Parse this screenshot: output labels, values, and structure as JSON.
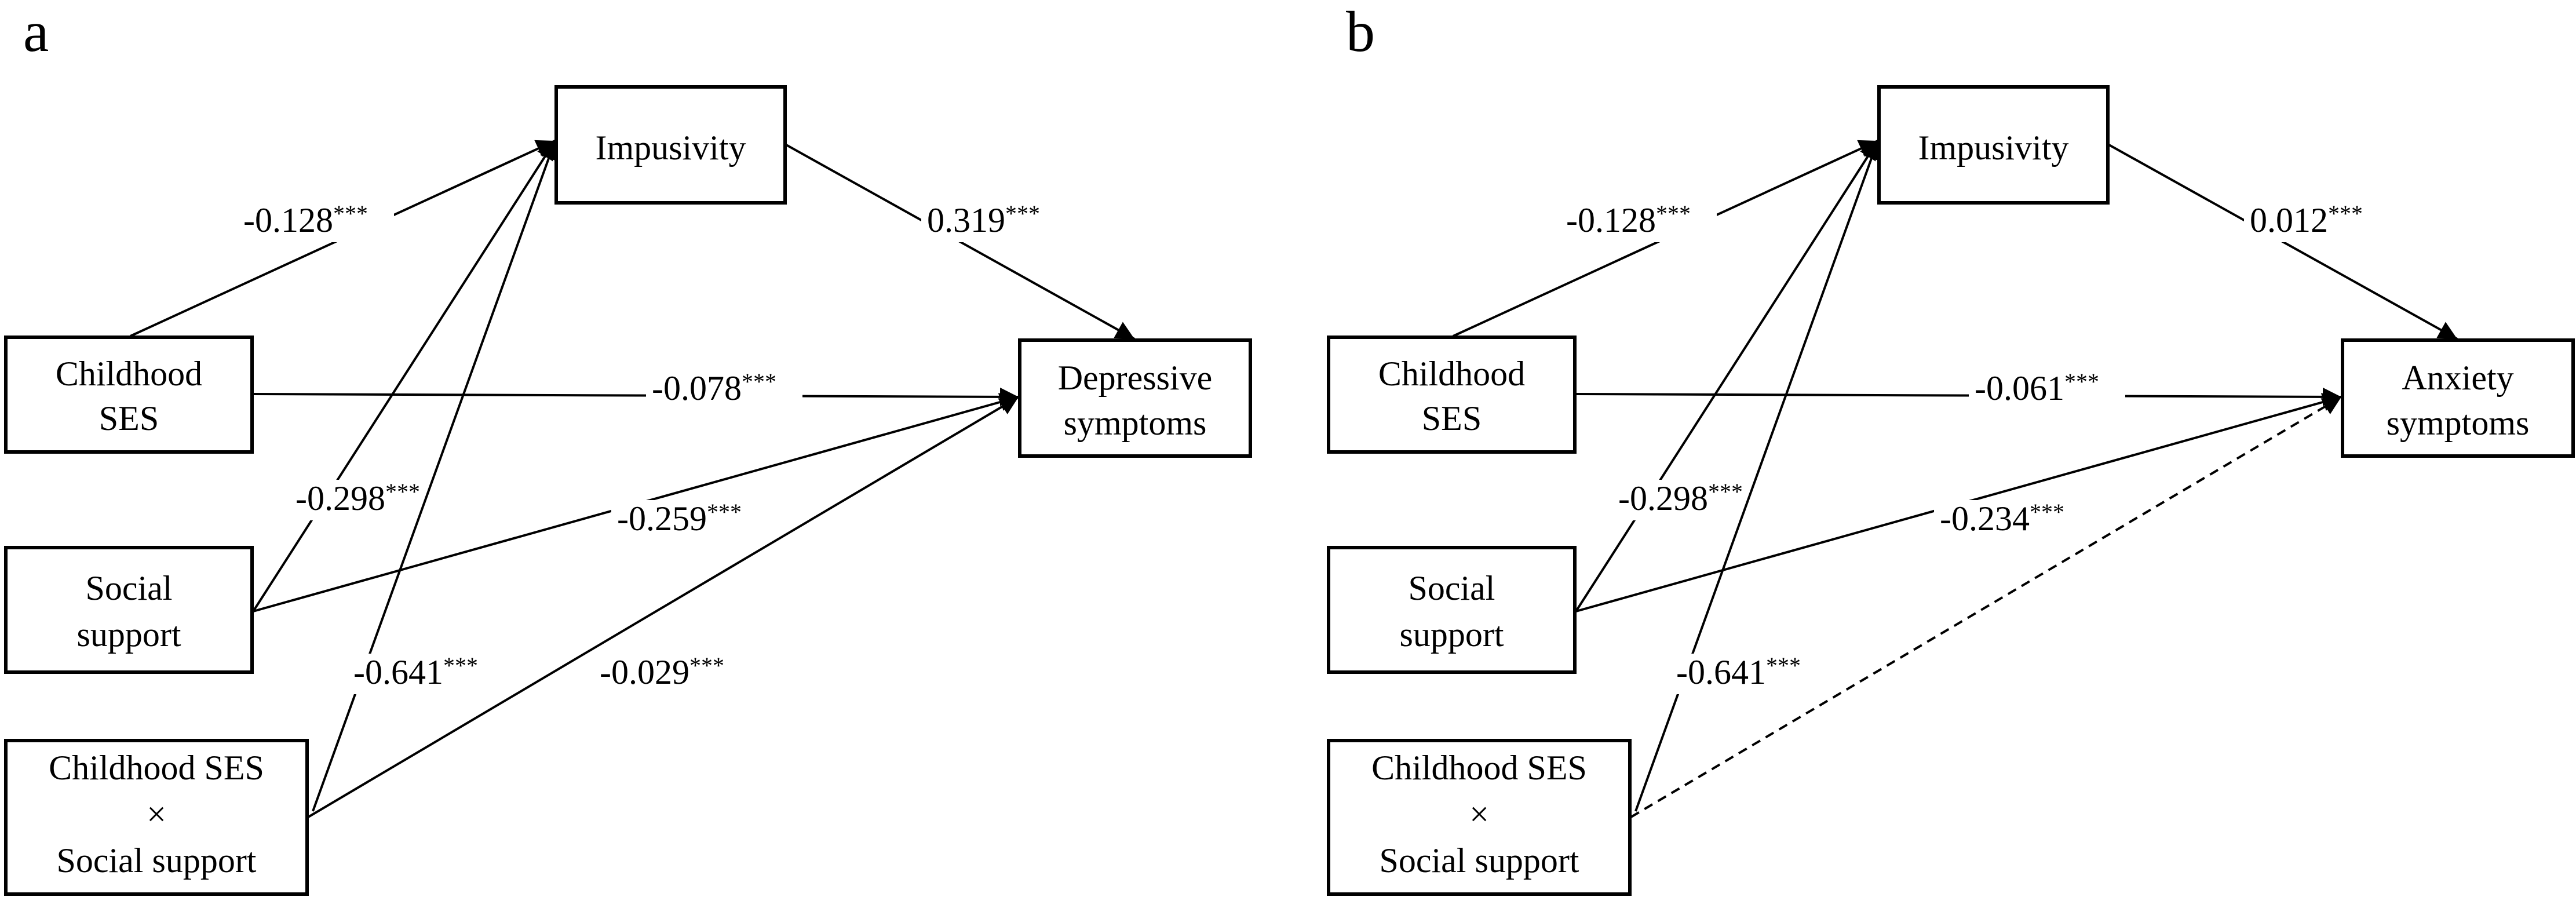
{
  "panels": [
    {
      "letter": "a",
      "nodes": {
        "impulsivity": [
          "Impusivity"
        ],
        "childhood_ses": [
          "Childhood",
          "SES"
        ],
        "social_support": [
          "Social",
          "support"
        ],
        "interaction": [
          "Childhood SES",
          "×",
          "Social support"
        ],
        "outcome": [
          "Depressive",
          "symptoms"
        ]
      },
      "edges": [
        {
          "id": "ses_to_impulsivity",
          "coef": "-0.128",
          "sig": "***",
          "style": "solid"
        },
        {
          "id": "impulsivity_to_outcome",
          "coef": "0.319",
          "sig": "***",
          "style": "solid"
        },
        {
          "id": "ses_to_outcome",
          "coef": "-0.078",
          "sig": "***",
          "style": "solid"
        },
        {
          "id": "support_to_impulsivity",
          "coef": "-0.298",
          "sig": "***",
          "style": "solid"
        },
        {
          "id": "support_to_outcome",
          "coef": "-0.259",
          "sig": "***",
          "style": "solid"
        },
        {
          "id": "interaction_to_impulsivity",
          "coef": "-0.641",
          "sig": "***",
          "style": "solid"
        },
        {
          "id": "interaction_to_outcome",
          "coef": "-0.029",
          "sig": "***",
          "style": "solid"
        }
      ]
    },
    {
      "letter": "b",
      "nodes": {
        "impulsivity": [
          "Impusivity"
        ],
        "childhood_ses": [
          "Childhood",
          "SES"
        ],
        "social_support": [
          "Social",
          "support"
        ],
        "interaction": [
          "Childhood SES",
          "×",
          "Social support"
        ],
        "outcome": [
          "Anxiety",
          "symptoms"
        ]
      },
      "edges": [
        {
          "id": "ses_to_impulsivity",
          "coef": "-0.128",
          "sig": "***",
          "style": "solid"
        },
        {
          "id": "impulsivity_to_outcome",
          "coef": "0.012",
          "sig": "***",
          "style": "solid"
        },
        {
          "id": "ses_to_outcome",
          "coef": "-0.061",
          "sig": "***",
          "style": "solid"
        },
        {
          "id": "support_to_impulsivity",
          "coef": "-0.298",
          "sig": "***",
          "style": "solid"
        },
        {
          "id": "support_to_outcome",
          "coef": "-0.234",
          "sig": "***",
          "style": "solid"
        },
        {
          "id": "interaction_to_impulsivity",
          "coef": "-0.641",
          "sig": "***",
          "style": "solid"
        },
        {
          "id": "interaction_to_outcome",
          "coef": "",
          "sig": "",
          "style": "dashed"
        }
      ]
    }
  ]
}
